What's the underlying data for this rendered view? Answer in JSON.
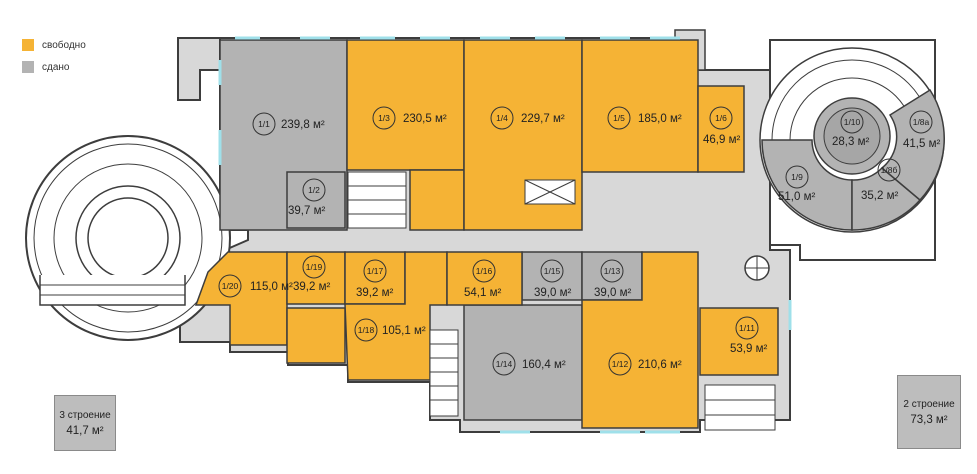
{
  "legend": [
    {
      "label": "свободно",
      "color": "#f5b335"
    },
    {
      "label": "сдано",
      "color": "#b3b3b3"
    }
  ],
  "colors": {
    "free": "#f5b335",
    "rented": "#b3b3b3",
    "corridor": "#d8d8d8",
    "wall": "#3d3d3d",
    "window": "#9fe0ea"
  },
  "rooms": [
    {
      "id": "1/1",
      "area": "239,8 м²",
      "status": "rented"
    },
    {
      "id": "1/2",
      "area": "39,7 м²",
      "status": "rented"
    },
    {
      "id": "1/3",
      "area": "230,5 м²",
      "status": "free"
    },
    {
      "id": "1/4",
      "area": "229,7 м²",
      "status": "free"
    },
    {
      "id": "1/5",
      "area": "185,0 м²",
      "status": "free"
    },
    {
      "id": "1/6",
      "area": "46,9 м²",
      "status": "free"
    },
    {
      "id": "1/8а",
      "area": "41,5 м²",
      "status": "rented"
    },
    {
      "id": "1/8б",
      "area": "35,2 м²",
      "status": "rented"
    },
    {
      "id": "1/9",
      "area": "51,0 м²",
      "status": "rented"
    },
    {
      "id": "1/10",
      "area": "28,3 м²",
      "status": "rented"
    },
    {
      "id": "1/11",
      "area": "53,9 м²",
      "status": "free"
    },
    {
      "id": "1/12",
      "area": "210,6 м²",
      "status": "free"
    },
    {
      "id": "1/13",
      "area": "39,0 м²",
      "status": "rented"
    },
    {
      "id": "1/14",
      "area": "160,4 м²",
      "status": "rented"
    },
    {
      "id": "1/15",
      "area": "39,0 м²",
      "status": "rented"
    },
    {
      "id": "1/16",
      "area": "54,1 м²",
      "status": "free"
    },
    {
      "id": "1/17",
      "area": "39,2 м²",
      "status": "free"
    },
    {
      "id": "1/18",
      "area": "105,1 м²",
      "status": "free"
    },
    {
      "id": "1/19",
      "area": "39,2 м²",
      "status": "free"
    },
    {
      "id": "1/20",
      "area": "115,0 м²",
      "status": "free"
    }
  ],
  "buildings": [
    {
      "name": "3 строение",
      "area": "41,7 м²"
    },
    {
      "name": "2 строение",
      "area": "73,3 м²"
    }
  ]
}
